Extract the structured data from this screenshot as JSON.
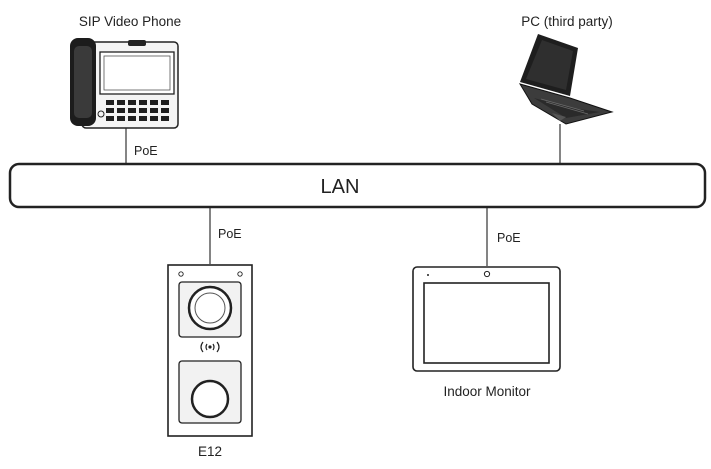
{
  "network": {
    "label": "LAN"
  },
  "devices": {
    "sip_phone": {
      "label": "SIP Video Phone",
      "link": "PoE"
    },
    "pc": {
      "label": "PC (third party)"
    },
    "e12": {
      "label": "E12",
      "link": "PoE"
    },
    "indoor_monitor": {
      "label": "Indoor Monitor",
      "link": "PoE"
    }
  }
}
